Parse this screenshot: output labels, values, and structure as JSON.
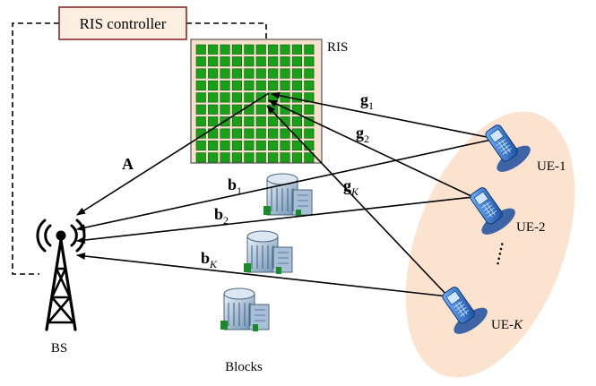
{
  "controller": {
    "label": "RIS controller"
  },
  "ris": {
    "label": "RIS",
    "rows": 10,
    "cols": 10,
    "element_color": "#18a018",
    "frame_color": "#f7e1cc"
  },
  "bs": {
    "label": "BS"
  },
  "blocks": {
    "label": "Blocks"
  },
  "ues": [
    {
      "label": "UE-1"
    },
    {
      "label": "UE-2"
    },
    {
      "label_prefix": "UE-",
      "label_sub": "K"
    }
  ],
  "ue_ellipsis": ".....",
  "channels": {
    "A": {
      "text": "A"
    },
    "g1": {
      "base": "g",
      "sub": "1"
    },
    "g2": {
      "base": "g",
      "sub": "2"
    },
    "gK": {
      "base": "g",
      "sub": "K"
    },
    "b1": {
      "base": "b",
      "sub": "1"
    },
    "b2": {
      "base": "b",
      "sub": "2"
    },
    "bK": {
      "base": "b",
      "sub": "K"
    }
  },
  "colors": {
    "ue_region": "#fbe3cf",
    "controller_border": "#8b2a2a",
    "controller_fill": "#fdeee2",
    "phone": "#2a6fc9"
  }
}
